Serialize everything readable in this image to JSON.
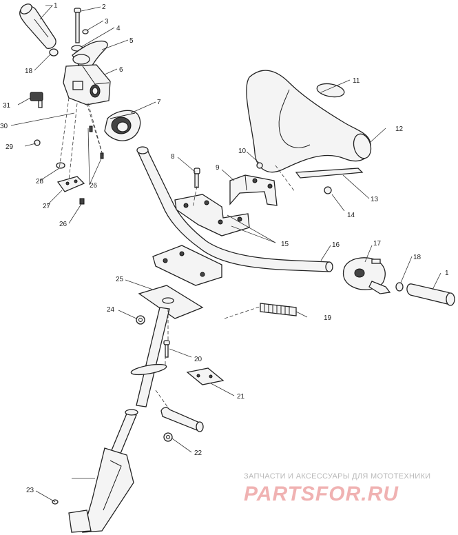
{
  "callouts": {
    "c1a": "1",
    "c2": "2",
    "c3": "3",
    "c4": "4",
    "c5": "5",
    "c6": "6",
    "c7": "7",
    "c8": "8",
    "c9": "9",
    "c10": "10",
    "c11": "11",
    "c12": "12",
    "c13": "13",
    "c14": "14",
    "c15": "15",
    "c16": "16",
    "c17": "17",
    "c18a": "18",
    "c18b": "18",
    "c1b": "1",
    "c19": "19",
    "c20": "20",
    "c21": "21",
    "c22": "22",
    "c23": "23",
    "c24": "24",
    "c25": "25",
    "c26a": "26",
    "c26b": "26",
    "c27": "27",
    "c28": "28",
    "c29": "29",
    "c30": "30",
    "c31": "31"
  },
  "watermark": {
    "tagline": "ЗАПЧАСТИ И АКСЕССУАРЫ ДЛЯ МОТОТЕХНИКИ",
    "brand": "PARTSFOR.RU"
  }
}
